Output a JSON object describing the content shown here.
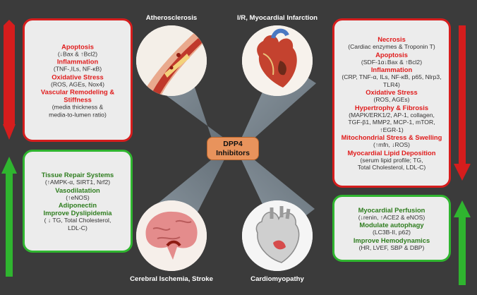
{
  "center": {
    "line1": "DPP4",
    "line2": "Inhibitors"
  },
  "labels": {
    "atherosclerosis": "Atherosclerosis",
    "ir_mi": "I/R, Myocardial Infarction",
    "stroke": "Cerebral Ischemia, Stroke",
    "cardiomyopathy": "Cardiomyopathy"
  },
  "left_red": [
    {
      "h": "Apoptosis",
      "d": [
        "(↓Bax & ↑Bcl2)"
      ]
    },
    {
      "h": "Inflammation",
      "d": [
        "(TNF-,ILs, NF-κB)"
      ]
    },
    {
      "h": "Oxidative Stress",
      "d": [
        "(ROS, AGEs, Nox4)"
      ]
    },
    {
      "h": "Vascular Remodeling & Stiffness",
      "d": [
        "(media thickness &",
        "media-to-lumen ratio)"
      ]
    }
  ],
  "left_green": [
    {
      "h": "Tissue Repair Systems",
      "d": [
        "(↑AMPK-α, SIRT1, Nrf2)"
      ]
    },
    {
      "h": "Vasodilatation",
      "d": [
        "(↑eNOS)"
      ]
    },
    {
      "h": "Adiponectin",
      "d": []
    },
    {
      "h": "Improve Dyslipidemia",
      "d": [
        "( ↓ TG, Total Cholesterol,",
        "LDL-C)"
      ]
    }
  ],
  "right_red": [
    {
      "h": "Necrosis",
      "d": [
        "(Cardiac enzymes & Troponin T)"
      ]
    },
    {
      "h": "Apoptosis",
      "d": [
        "(SDF-1α↓Bax & ↑Bcl2)"
      ]
    },
    {
      "h": "Inflammation",
      "d": [
        "(CRP, TNF-α, ILs, NF-κB, p65, Nlrp3,",
        "TLR4)"
      ]
    },
    {
      "h": "Oxidative Stress",
      "d": [
        "(ROS, AGEs)"
      ]
    },
    {
      "h": "Hypertrophy & Fibrosis",
      "d": [
        "(MAPK/ERK1/2, AP-1, collagen,",
        "TGF-β1, MMP2, MCP-1, mTOR,",
        "↑EGR-1)"
      ]
    },
    {
      "h": "Mitochondrial Stress & Swelling",
      "d": [
        "(↑mfn, ↓ROS)"
      ]
    },
    {
      "h": "Myocardial Lipid Deposition",
      "d": [
        "(serum lipid profile; TG,",
        "Total Cholesterol, LDL-C)"
      ]
    }
  ],
  "right_green": [
    {
      "h": "Myocardial Perfusion",
      "d": [
        "(↓renin, ↑ACE2 & eNOS)"
      ]
    },
    {
      "h": "Modulate autophagy",
      "d": [
        "(LC3B-II, p62)"
      ]
    },
    {
      "h": "Improve Hemodynamics",
      "d": [
        "(HR, LVEF, SBP & DBP)"
      ]
    }
  ],
  "colors": {
    "red": "#e01c1c",
    "green": "#2e7d1e",
    "center": "#e8935c",
    "background": "#3b3b3b"
  }
}
